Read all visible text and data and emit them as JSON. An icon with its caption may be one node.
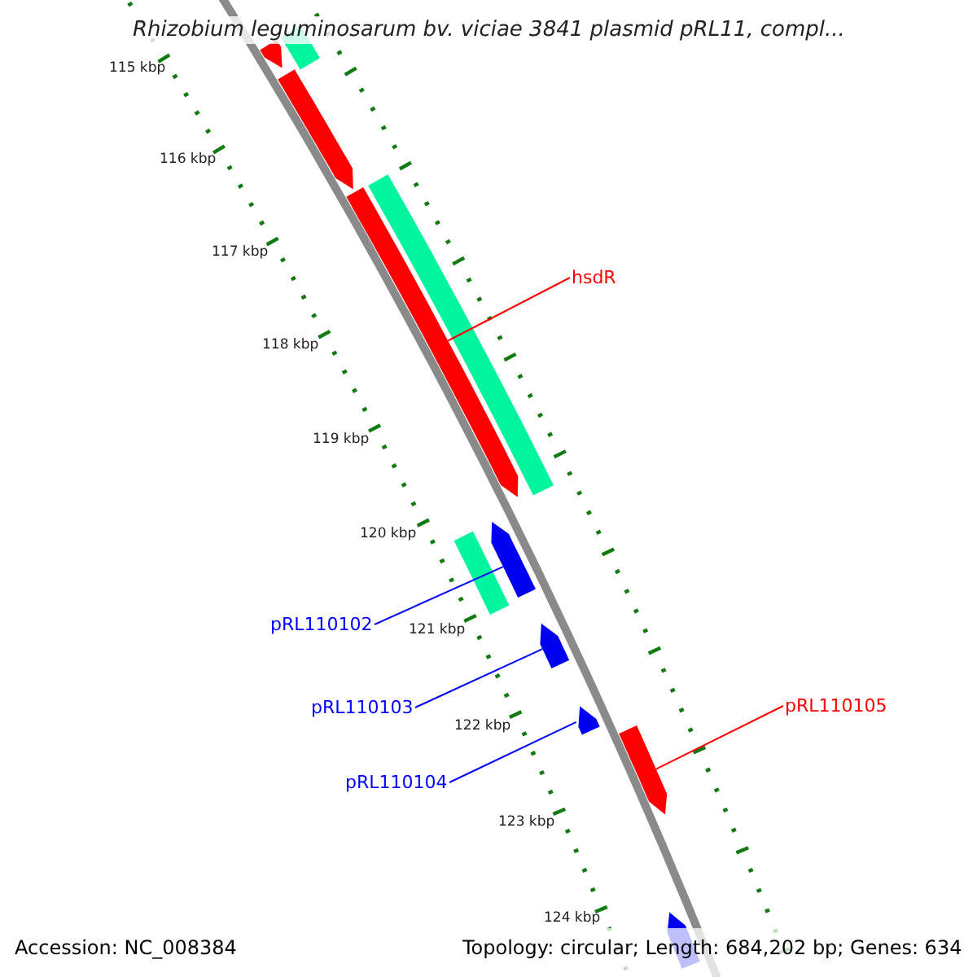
{
  "diagram": {
    "title": "Rhizobium leguminosarum bv. viciae 3841 plasmid pRL11, compl...",
    "nodes": [
      {
        "text": [
          "hsdR"
        ]
      },
      {
        "text": [
          "pRL110102"
        ]
      },
      {
        "text": [
          "pRL110103"
        ]
      },
      {
        "text": [
          "pRL110104"
        ]
      },
      {
        "text": [
          "pRL110105"
        ]
      },
      {
        "text": [],
        "shape": "arrow"
      },
      {
        "text": [],
        "shape": "bar"
      },
      {
        "text": [],
        "shape": "arrow"
      },
      {
        "text": [],
        "shape": "bar"
      },
      {
        "text": [],
        "shape": "arrow"
      },
      {
        "text": [],
        "shape": "arrow"
      },
      {
        "text": [],
        "shape": "bar"
      },
      {
        "text": [],
        "shape": "arrow"
      },
      {
        "text": [],
        "shape": "arrow"
      },
      {
        "text": [],
        "shape": "arrow"
      },
      {
        "text": [],
        "shape": "arrow"
      }
    ],
    "edges": [
      {
        "from": 0,
        "to": 9,
        "arrow": "none",
        "color": "#ff0000"
      },
      {
        "from": 1,
        "to": 10,
        "arrow": "none"
      },
      {
        "from": 2,
        "to": 12,
        "arrow": "none"
      },
      {
        "from": 3,
        "to": 13,
        "arrow": "none"
      },
      {
        "from": 4,
        "to": 14,
        "arrow": "none",
        "color": "#ff0000"
      }
    ],
    "labels": [
      "115 kbp",
      "116 kbp",
      "117 kbp",
      "118 kbp",
      "119 kbp",
      "120 kbp",
      "121 kbp",
      "122 kbp",
      "123 kbp",
      "124 kbp",
      "Accession: NC_008384",
      "Topology: circular; Length: 684,202 bp; Genes: 634"
    ]
  }
}
